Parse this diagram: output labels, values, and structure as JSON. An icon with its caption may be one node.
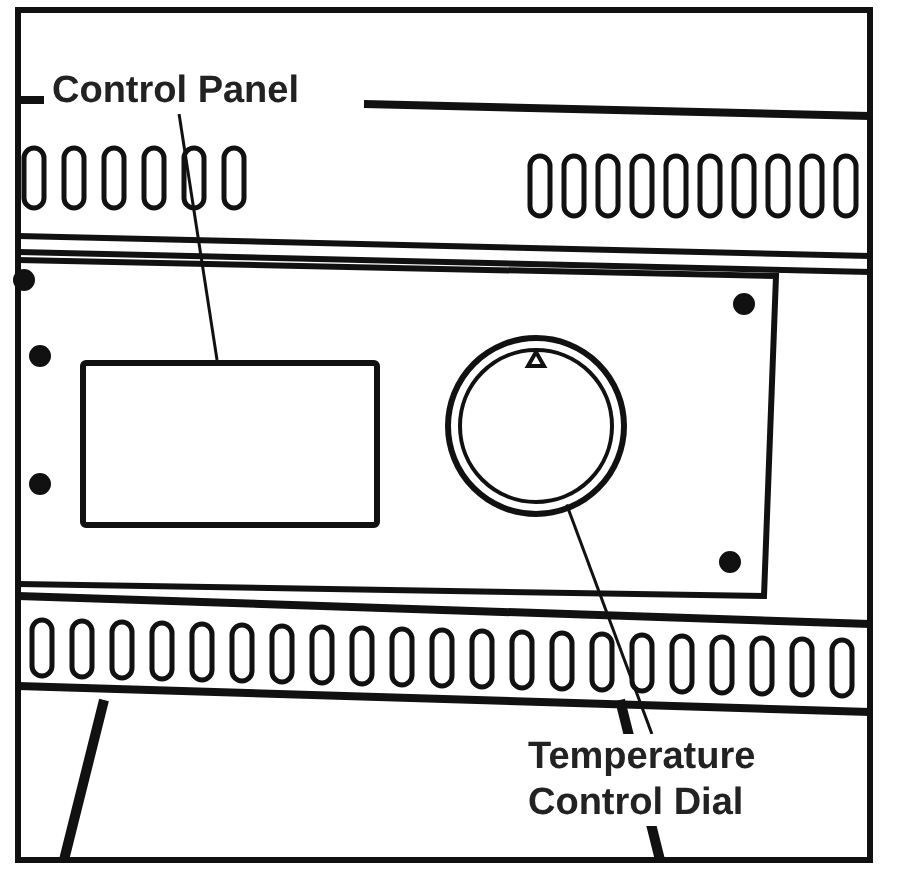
{
  "diagram": {
    "nodes": [
      {
        "text": [
          "Control Panel"
        ]
      },
      {
        "text": [],
        "shape": "box"
      },
      {
        "text": [
          "Temperature Control Dial"
        ]
      },
      {
        "text": [],
        "shape": "circle"
      }
    ],
    "edges": [
      {
        "from": 0,
        "to": 1,
        "arrow": "none"
      },
      {
        "from": 2,
        "to": 3,
        "arrow": "none"
      }
    ]
  }
}
